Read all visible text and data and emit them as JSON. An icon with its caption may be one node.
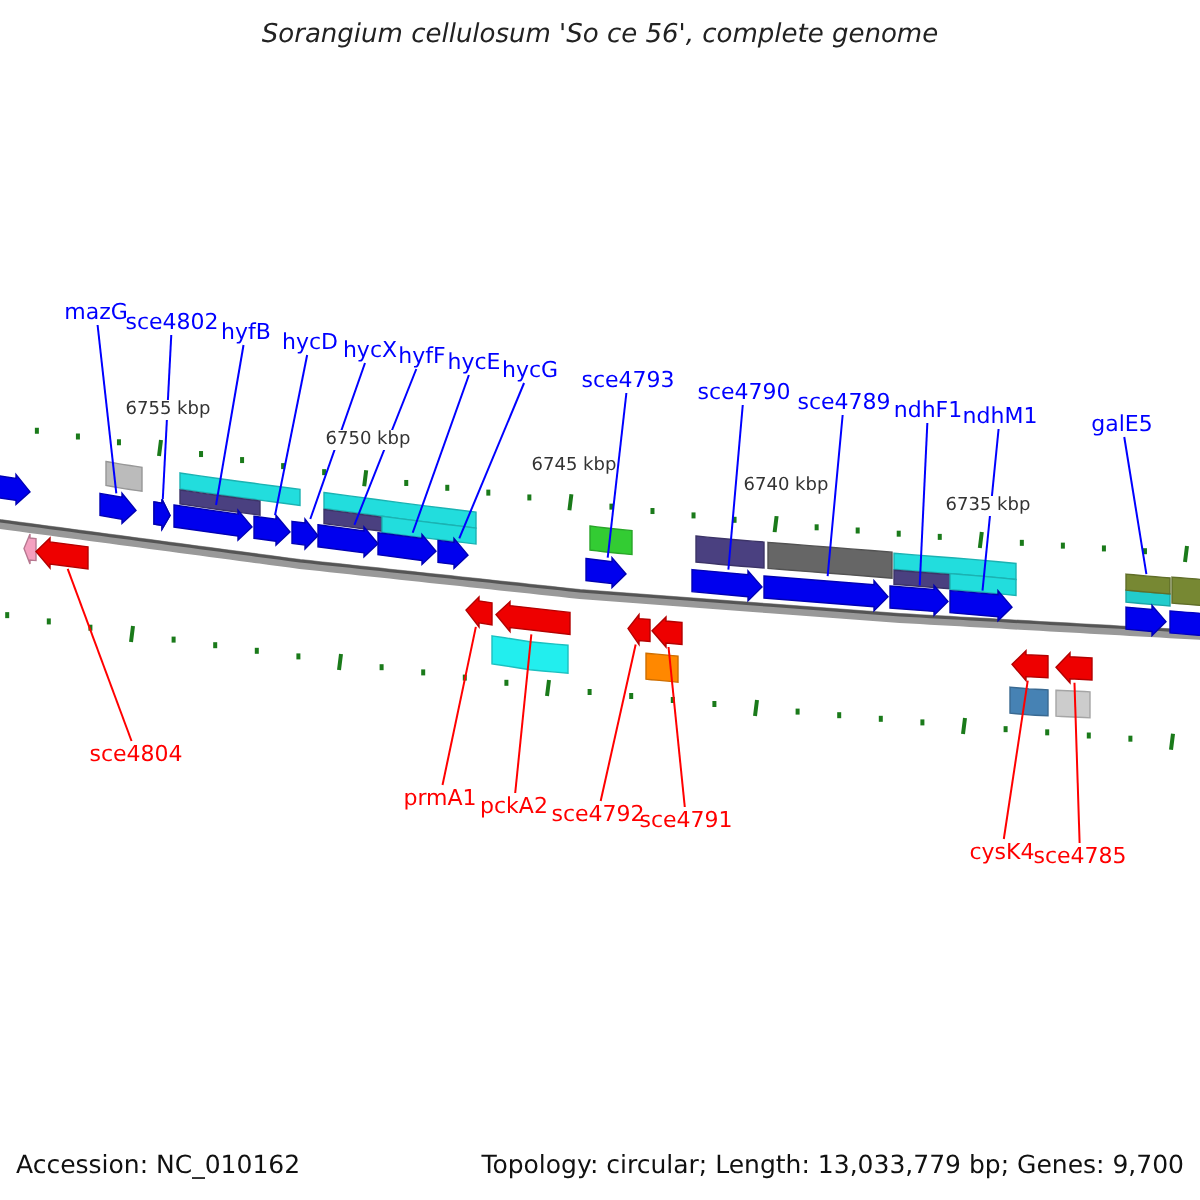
{
  "diagram": {
    "title": "Sorangium cellulosum 'So ce 56', complete genome",
    "nodes": [
      {
        "text": [
          "mazG"
        ]
      },
      {
        "text": [
          "sce4802"
        ]
      },
      {
        "text": [
          "hyfB"
        ]
      },
      {
        "text": [
          "hycD"
        ]
      },
      {
        "text": [
          "hycX"
        ]
      },
      {
        "text": [
          "hyfF"
        ]
      },
      {
        "text": [
          "hycE"
        ]
      },
      {
        "text": [
          "hycG"
        ]
      },
      {
        "text": [
          "sce4793"
        ]
      },
      {
        "text": [
          "sce4790"
        ]
      },
      {
        "text": [
          "sce4789"
        ]
      },
      {
        "text": [
          "ndhF1"
        ]
      },
      {
        "text": [
          "ndhM1"
        ]
      },
      {
        "text": [
          "galE5"
        ]
      },
      {
        "text": [
          "sce4804"
        ]
      },
      {
        "text": [
          "prmA1"
        ]
      },
      {
        "text": [
          "pckA2"
        ]
      },
      {
        "text": [
          "sce4792"
        ]
      },
      {
        "text": [
          "sce4791"
        ]
      },
      {
        "text": [
          "cysK4"
        ]
      },
      {
        "text": [
          "sce4785"
        ]
      },
      {
        "text": [],
        "shape": "arrow"
      },
      {
        "text": [],
        "shape": "arrow"
      },
      {
        "text": [],
        "shape": "arrow"
      },
      {
        "text": [],
        "shape": "arrow"
      },
      {
        "text": [],
        "shape": "arrow"
      },
      {
        "text": [],
        "shape": "arrow"
      },
      {
        "text": [],
        "shape": "arrow"
      },
      {
        "text": [],
        "shape": "arrow"
      },
      {
        "text": [],
        "shape": "arrow"
      },
      {
        "text": [],
        "shape": "arrow"
      },
      {
        "text": [],
        "shape": "arrow"
      },
      {
        "text": [],
        "shape": "arrow"
      },
      {
        "text": [],
        "shape": "arrow"
      },
      {
        "text": [],
        "shape": "bar"
      },
      {
        "text": [],
        "shape": "arrow"
      },
      {
        "text": [],
        "shape": "arrow"
      },
      {
        "text": [],
        "shape": "arrow"
      },
      {
        "text": [],
        "shape": "arrow"
      },
      {
        "text": [],
        "shape": "arrow"
      },
      {
        "text": [],
        "shape": "arrow"
      },
      {
        "text": [],
        "shape": "arrow"
      },
      {
        "text": [],
        "shape": "arrow"
      }
    ],
    "edges": [
      {
        "from": 0,
        "to": 21,
        "arrow": "none"
      },
      {
        "from": 1,
        "to": 22,
        "arrow": "none"
      },
      {
        "from": 2,
        "to": 23,
        "arrow": "none"
      },
      {
        "from": 3,
        "to": 24,
        "arrow": "none"
      },
      {
        "from": 4,
        "to": 25,
        "arrow": "none"
      },
      {
        "from": 5,
        "to": 26,
        "arrow": "none"
      },
      {
        "from": 6,
        "to": 27,
        "arrow": "none"
      },
      {
        "from": 7,
        "to": 28,
        "arrow": "none"
      },
      {
        "from": 8,
        "to": 29,
        "arrow": "none"
      },
      {
        "from": 9,
        "to": 30,
        "arrow": "none"
      },
      {
        "from": 10,
        "to": 31,
        "arrow": "none"
      },
      {
        "from": 11,
        "to": 32,
        "arrow": "none"
      },
      {
        "from": 12,
        "to": 33,
        "arrow": "none"
      },
      {
        "from": 13,
        "to": 34,
        "arrow": "none"
      },
      {
        "from": 14,
        "to": 36,
        "arrow": "none",
        "color": "#ff0000"
      },
      {
        "from": 15,
        "to": 37,
        "arrow": "none",
        "color": "#ff0000"
      },
      {
        "from": 16,
        "to": 38,
        "arrow": "none",
        "color": "#ff0000"
      },
      {
        "from": 17,
        "to": 39,
        "arrow": "none",
        "color": "#ff0000"
      },
      {
        "from": 18,
        "to": 40,
        "arrow": "none",
        "color": "#ff0000"
      },
      {
        "from": 19,
        "to": 41,
        "arrow": "none",
        "color": "#ff0000"
      },
      {
        "from": 20,
        "to": 42,
        "arrow": "none",
        "color": "#ff0000"
      }
    ],
    "labels": [
      "6755 kbp",
      "6750 kbp",
      "6745 kbp",
      "6740 kbp",
      "6735 kbp",
      "Accession: NC_010162",
      "Topology: circular; Length: 13,033,779 bp; Genes: 9,700"
    ]
  }
}
